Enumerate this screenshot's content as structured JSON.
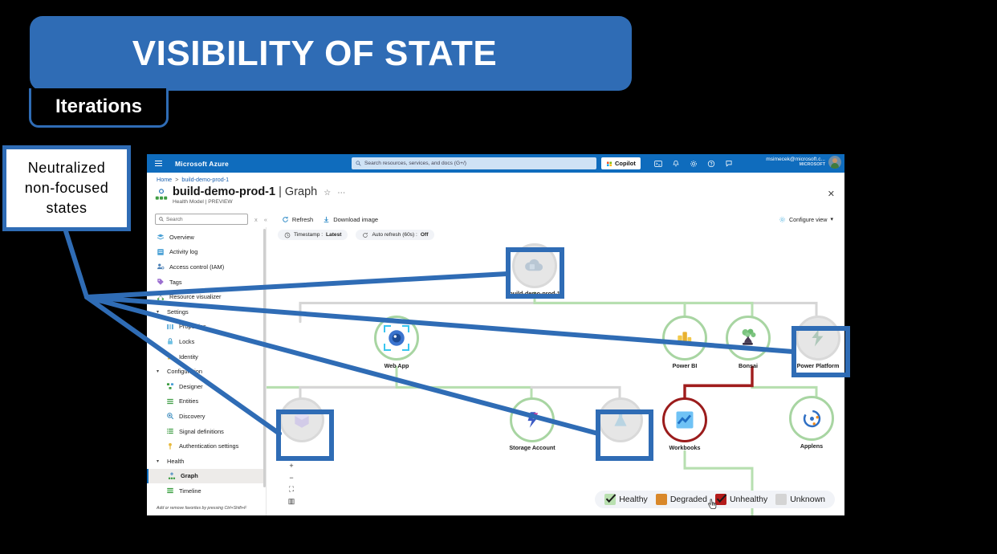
{
  "slide": {
    "title": "VISIBILITY OF STATE",
    "subtitle": "Iterations",
    "callout": "Neutralized non-focused states",
    "accent_color": "#2f6cb5"
  },
  "portal": {
    "topbar": {
      "menu_icon": "hamburger-icon",
      "brand": "Microsoft Azure",
      "search_placeholder": "Search resources, services, and docs (G+/)",
      "copilot_label": "Copilot",
      "icons": [
        "cloud-shell-icon",
        "notifications-bell-icon",
        "settings-gear-icon",
        "help-question-icon",
        "feedback-icon"
      ],
      "account_email": "msimecek@microsoft.c...",
      "account_org": "MICROSOFT"
    },
    "breadcrumb": [
      "Home",
      "build-demo-prod-1"
    ],
    "page": {
      "resource_name": "build-demo-prod-1",
      "separator": "|",
      "view_name": "Graph",
      "favorite_icon": "star-icon",
      "more_icon": "ellipsis-icon",
      "subtitle": "Health Model | PREVIEW",
      "close_icon": "close-icon"
    },
    "command_bar": {
      "search_placeholder": "Search",
      "hide_icon": "x-icon",
      "collapse_icon": "double-chevron-left-icon",
      "buttons": [
        {
          "label": "Refresh",
          "icon": "refresh-icon"
        },
        {
          "label": "Download image",
          "icon": "download-icon"
        }
      ],
      "configure_view": "Configure view",
      "configure_view_icon": "configure-gear-icon",
      "configure_view_chevron": "chevron-down-icon"
    },
    "filters": [
      {
        "icon": "clock-icon",
        "label": "Timestamp :",
        "value": "Latest"
      },
      {
        "icon": "auto-refresh-icon",
        "label": "Auto refresh (60s) :",
        "value": "Off"
      }
    ],
    "sidebar": {
      "items": [
        {
          "label": "Overview",
          "icon": "overview-icon",
          "type": "item"
        },
        {
          "label": "Activity log",
          "icon": "activity-log-icon",
          "type": "item"
        },
        {
          "label": "Access control (IAM)",
          "icon": "access-control-icon",
          "type": "item"
        },
        {
          "label": "Tags",
          "icon": "tag-icon",
          "type": "item"
        },
        {
          "label": "Resource visualizer",
          "icon": "resource-visualizer-icon",
          "type": "item"
        },
        {
          "label": "Settings",
          "icon": "chevron-down-icon",
          "type": "group"
        },
        {
          "label": "Properties",
          "icon": "properties-icon",
          "type": "child"
        },
        {
          "label": "Locks",
          "icon": "lock-icon",
          "type": "child"
        },
        {
          "label": "Identity",
          "icon": "identity-icon",
          "type": "child"
        },
        {
          "label": "Configuration",
          "icon": "chevron-down-icon",
          "type": "group"
        },
        {
          "label": "Designer",
          "icon": "designer-icon",
          "type": "child"
        },
        {
          "label": "Entities",
          "icon": "entities-icon",
          "type": "child"
        },
        {
          "label": "Discovery",
          "icon": "discovery-icon",
          "type": "child"
        },
        {
          "label": "Signal definitions",
          "icon": "signal-definitions-icon",
          "type": "child"
        },
        {
          "label": "Authentication settings",
          "icon": "key-icon",
          "type": "child"
        },
        {
          "label": "Health",
          "icon": "chevron-down-icon",
          "type": "group"
        },
        {
          "label": "Graph",
          "icon": "graph-icon",
          "type": "child",
          "selected": true
        },
        {
          "label": "Timeline",
          "icon": "timeline-icon",
          "type": "child"
        }
      ],
      "footnote": "Add or remove favorites by pressing Ctrl+Shift+F"
    },
    "graph_nodes": [
      {
        "name": "build-demo-prod-1",
        "icon": "cloud-icon",
        "state": "unknown",
        "highlighted": true
      },
      {
        "name": "Web App",
        "icon": "web-app-icon",
        "state": "healthy",
        "selected": true
      },
      {
        "name": "Power BI",
        "icon": "power-bi-icon",
        "state": "healthy"
      },
      {
        "name": "Bonsai",
        "icon": "bonsai-tree-icon",
        "state": "healthy"
      },
      {
        "name": "Power Platform",
        "icon": "power-platform-icon",
        "state": "unknown",
        "highlighted": true
      },
      {
        "name": "",
        "icon": "cube-icon",
        "state": "unknown",
        "highlighted": true
      },
      {
        "name": "Storage Account",
        "icon": "storage-account-icon",
        "state": "healthy"
      },
      {
        "name": "",
        "icon": "flask-icon",
        "state": "unknown",
        "highlighted": true
      },
      {
        "name": "Workbooks",
        "icon": "workbooks-icon",
        "state": "unhealthy"
      },
      {
        "name": "Applens",
        "icon": "applens-icon",
        "state": "healthy"
      }
    ],
    "zoom_controls": [
      {
        "label": "+",
        "name": "zoom-in-button"
      },
      {
        "label": "−",
        "name": "zoom-out-button"
      },
      {
        "label": "⛶",
        "name": "fit-to-screen-button"
      },
      {
        "label": "▥",
        "name": "minimap-button"
      }
    ],
    "legend": [
      {
        "label": "Healthy",
        "color": "#b9e0b0",
        "swatch": "check"
      },
      {
        "label": "Degraded",
        "color": "#d9882a",
        "swatch": "solid"
      },
      {
        "label": "Unhealthy",
        "color": "#b31b1b",
        "swatch": "check"
      },
      {
        "label": "Unknown",
        "color": "#d4d4d4",
        "swatch": "solid"
      }
    ]
  }
}
